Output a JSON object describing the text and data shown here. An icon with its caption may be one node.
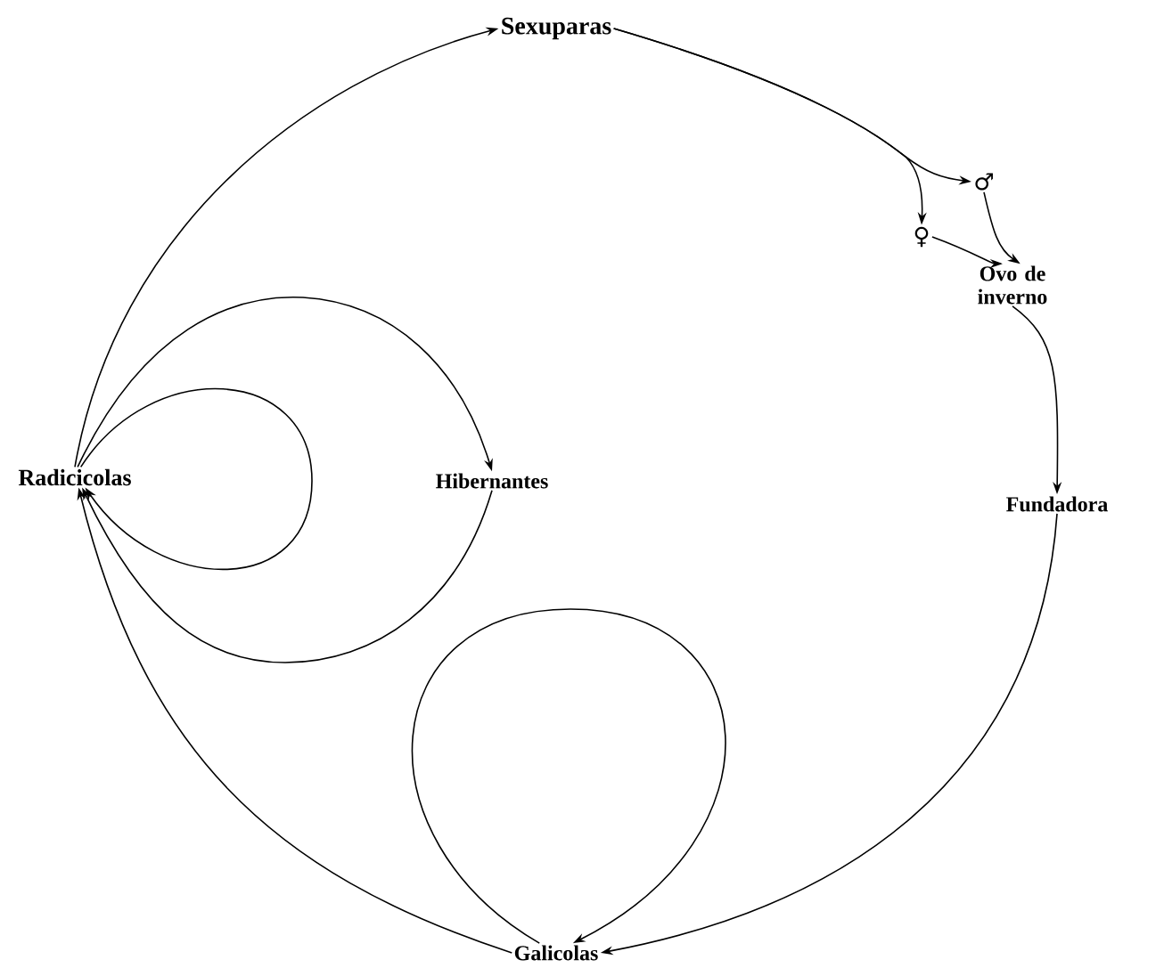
{
  "diagram": {
    "nodes": [
      {
        "text": [
          "Sexuparas"
        ]
      },
      {
        "text": [
          "♂"
        ]
      },
      {
        "text": [
          "♀"
        ]
      },
      {
        "text": [
          "Ovo de inverno"
        ]
      },
      {
        "text": [
          "Fundadora"
        ]
      },
      {
        "text": [
          "Galicolas"
        ]
      },
      {
        "text": [
          "Radicicolas"
        ]
      },
      {
        "text": [
          "Hibernantes"
        ]
      }
    ],
    "edges": [
      {
        "from": 0,
        "to": 1,
        "arrow": "to"
      },
      {
        "from": 0,
        "to": 2,
        "arrow": "to"
      },
      {
        "from": 1,
        "to": 3,
        "arrow": "to"
      },
      {
        "from": 2,
        "to": 3,
        "arrow": "to"
      },
      {
        "from": 3,
        "to": 4,
        "arrow": "to"
      },
      {
        "from": 4,
        "to": 5,
        "arrow": "to"
      },
      {
        "from": 5,
        "to": 5,
        "arrow": "to"
      },
      {
        "from": 5,
        "to": 6,
        "arrow": "to"
      },
      {
        "from": 6,
        "to": 6,
        "arrow": "to"
      },
      {
        "from": 6,
        "to": 7,
        "arrow": "to"
      },
      {
        "from": 7,
        "to": 6,
        "arrow": "to"
      },
      {
        "from": 6,
        "to": 0,
        "arrow": "to"
      }
    ]
  }
}
